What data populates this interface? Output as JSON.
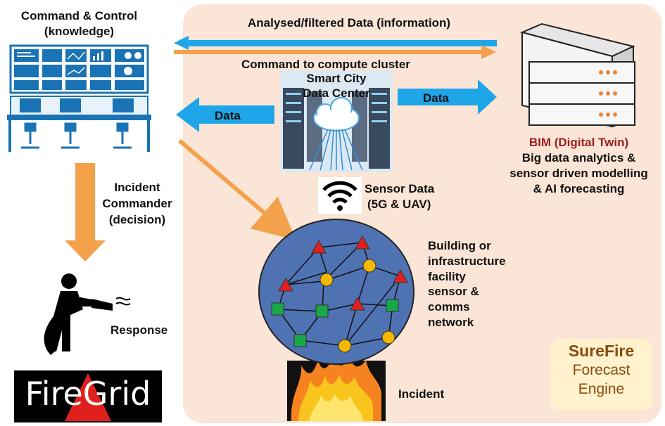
{
  "labels": {
    "command_control": "Command & Control",
    "knowledge": "(knowledge)",
    "analysed_data": "Analysed/filtered Data (information)",
    "command_compute": "Command to compute cluster",
    "data_center_1": "Smart City",
    "data_center_2": "Data Center",
    "data_right": "Data",
    "data_left": "Data",
    "bim_title": "BIM (Digital Twin)",
    "bim_line1": "Big data analytics &",
    "bim_line2": "sensor driven modelling",
    "bim_line3": "& AI forecasting",
    "sensor_data": "Sensor Data",
    "sensor_net": "(5G & UAV)",
    "incident_1": "Incident",
    "incident_2": "Commander",
    "incident_3": "(decision)",
    "building_1": "Building or",
    "building_2": "infrastructure",
    "building_3": "facility",
    "building_4": "sensor &",
    "building_5": "comms",
    "building_6": "network",
    "response": "Response",
    "incident": "Incident",
    "surefire": "SureFire",
    "forecast": "Forecast",
    "engine": "Engine",
    "firegrid": "FireGrid"
  },
  "colors": {
    "panel": "#fbe5d6",
    "blue_arrow": "#1fa6e8",
    "orange_arrow": "#f4a14b",
    "network_bg": "#4f72b3",
    "sensor_triangle": "#e0201c",
    "sensor_circle": "#f4b800",
    "sensor_square": "#18a84a",
    "logo_triangle": "#e0201c"
  },
  "icons": [
    "control-room-icon",
    "server-stack-icon",
    "data-center-cloud-icon",
    "wifi-icon",
    "firefighter-icon",
    "fire-icon"
  ]
}
